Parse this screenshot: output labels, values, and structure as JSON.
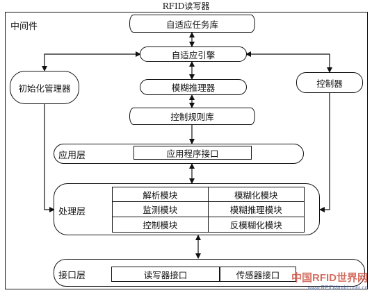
{
  "title": "RFID读写器",
  "middleware_label": "中间件",
  "task_library": "自适应任务库",
  "adaptive_engine": "自适应引擎",
  "fuzzy_reasoner": "模糊推理器",
  "control_rule_library": "控制规则库",
  "initializer": "初始化管理器",
  "controller": "控制器",
  "app_layer": {
    "label": "应用层",
    "interface": "应用程序接口"
  },
  "processing_layer": {
    "label": "处理层",
    "modules": [
      "解析模块",
      "模糊化模块",
      "监测模块",
      "模糊推理模块",
      "控制模块",
      "反模糊化模块"
    ]
  },
  "interface_layer": {
    "label": "接口层",
    "reader_interface": "读写器接口",
    "sensor_interface": "传感器接口"
  },
  "watermark": {
    "text": "中国RFID世界网",
    "url": "www.RFIDWorld.com.cn"
  }
}
